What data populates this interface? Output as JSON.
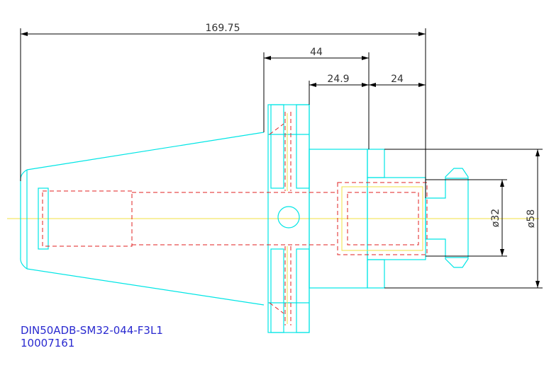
{
  "dimensions": {
    "overall_length": "169.75",
    "flange_length": "44",
    "body_length": "24.9",
    "nose_length": "24",
    "bore_diameter": "ø32",
    "body_diameter": "ø58"
  },
  "title_block": {
    "part_number": "DIN50ADB-SM32-044-F3L1",
    "item_code": "10007161"
  },
  "colors": {
    "outline": "#00e5e5",
    "hidden": "#e02020",
    "centerline": "#f0e040",
    "dimension": "#000000",
    "part_text": "#2a2ad0"
  }
}
